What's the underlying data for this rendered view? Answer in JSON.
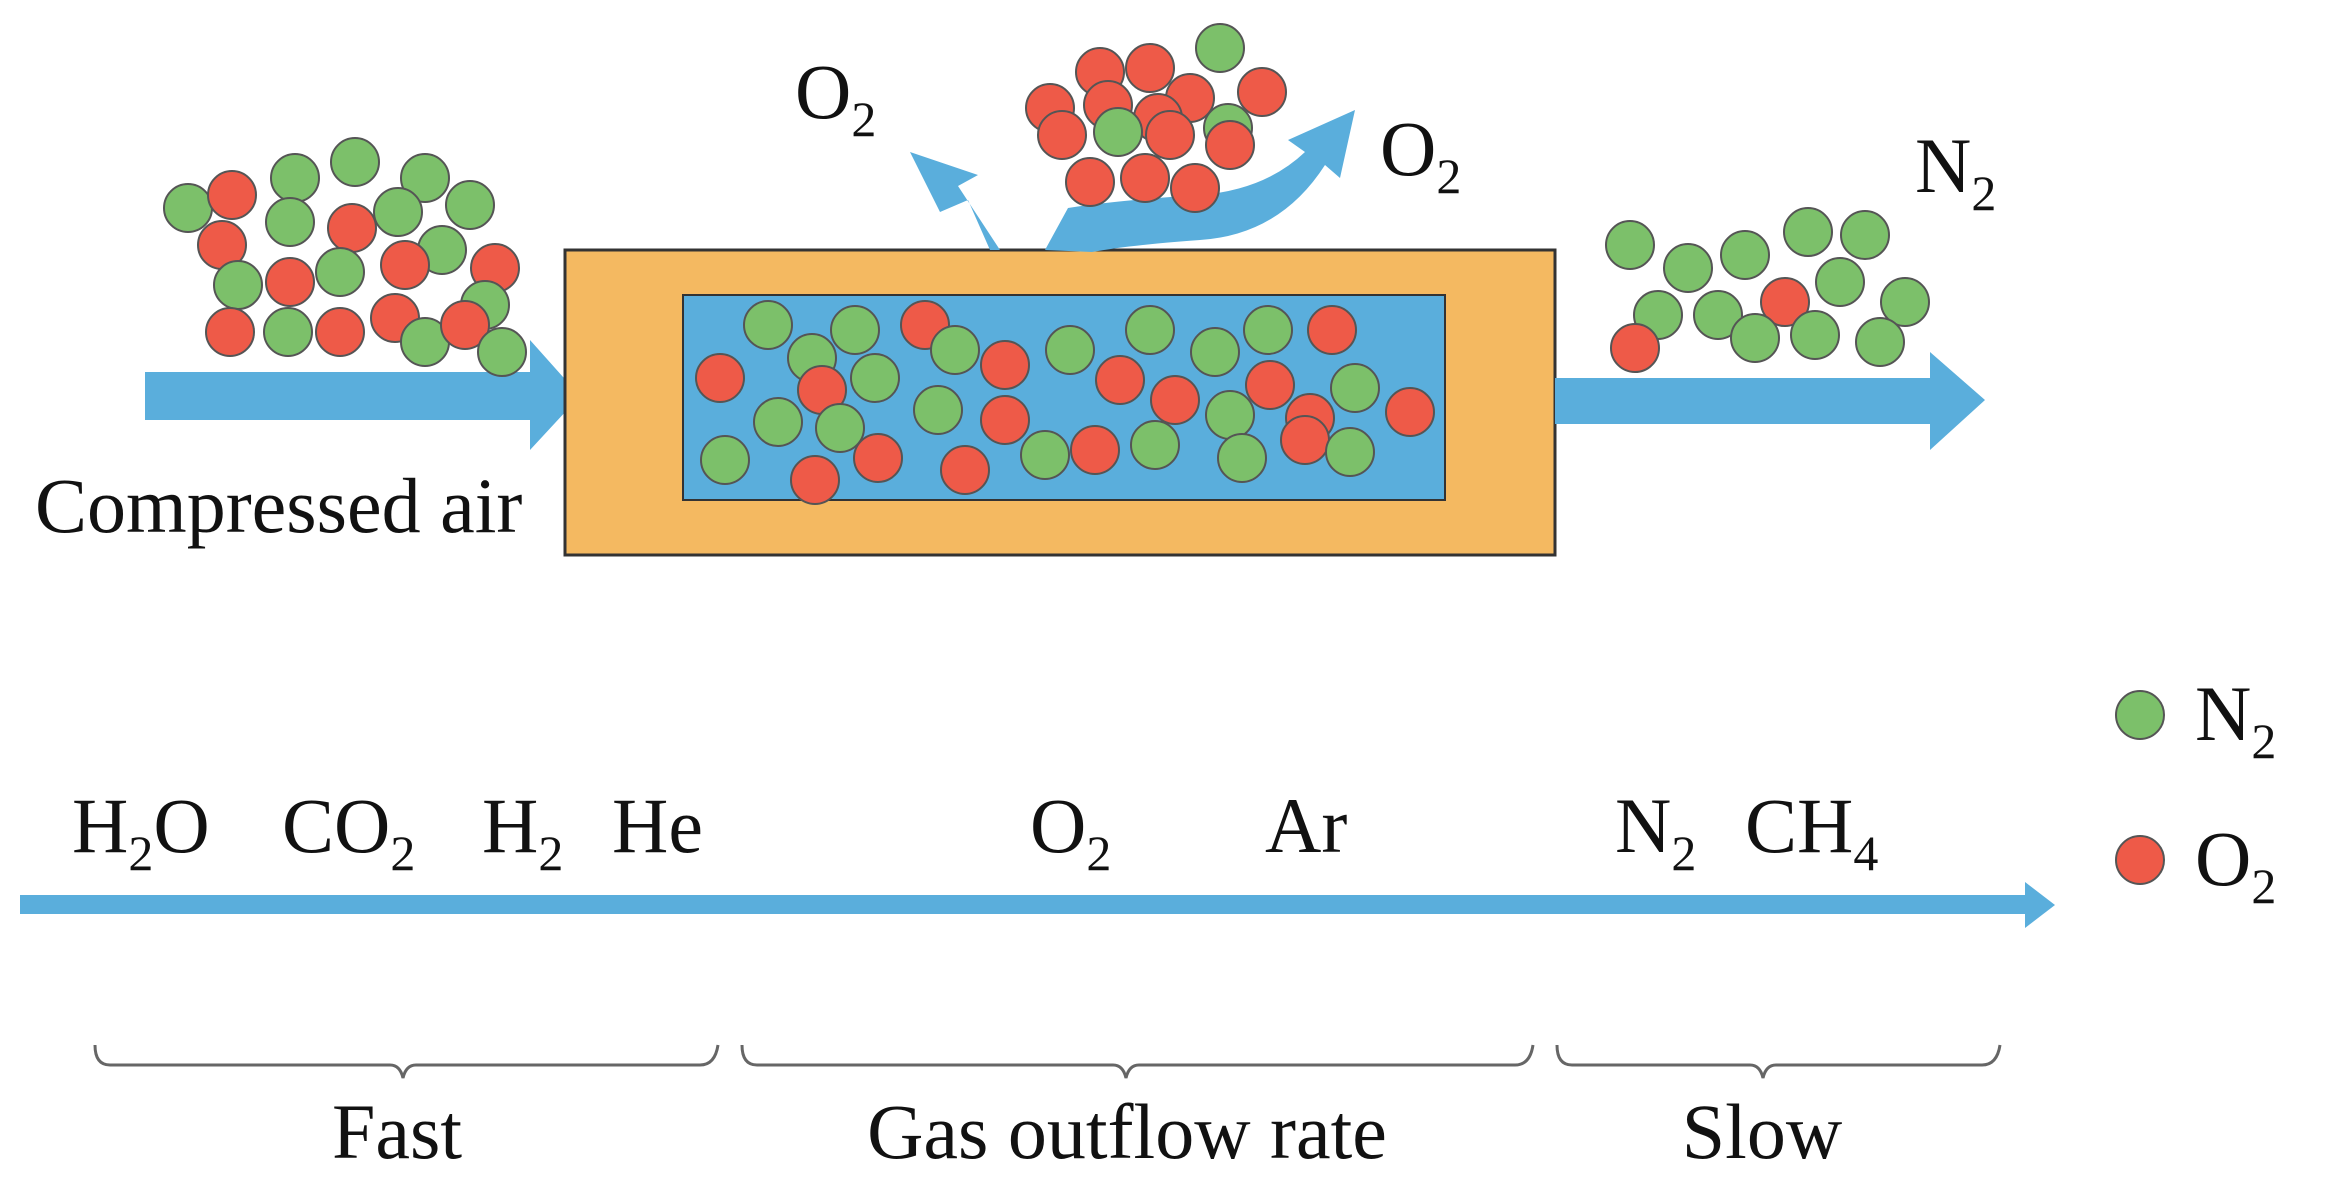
{
  "colors": {
    "n2": "#7cc06a",
    "o2": "#ee5a48",
    "arrow": "#5aaedc",
    "membrane_frame": "#f4b961",
    "membrane_core": "#5aaedc",
    "bracket": "#666666"
  },
  "diagram": {
    "inlet_label": "Compressed air",
    "permeate_left": {
      "base": "O",
      "sub": "2"
    },
    "permeate_right": {
      "base": "O",
      "sub": "2"
    },
    "outlet": {
      "base": "N",
      "sub": "2"
    },
    "gases": [
      {
        "group": "fast",
        "parts": [
          {
            "base": "H",
            "sub": "2"
          },
          {
            "base": "O",
            "sub": ""
          }
        ]
      },
      {
        "group": "fast",
        "parts": [
          {
            "base": "CO",
            "sub": "2"
          }
        ]
      },
      {
        "group": "fast",
        "parts": [
          {
            "base": "H",
            "sub": "2"
          }
        ]
      },
      {
        "group": "fast",
        "parts": [
          {
            "base": "He",
            "sub": ""
          }
        ]
      },
      {
        "group": "middle",
        "parts": [
          {
            "base": "O",
            "sub": "2"
          }
        ]
      },
      {
        "group": "middle",
        "parts": [
          {
            "base": "Ar",
            "sub": ""
          }
        ]
      },
      {
        "group": "slow",
        "parts": [
          {
            "base": "N",
            "sub": "2"
          }
        ]
      },
      {
        "group": "slow",
        "parts": [
          {
            "base": "CH",
            "sub": "4"
          }
        ]
      }
    ],
    "scale": {
      "fast": "Fast",
      "middle": "Gas outflow rate",
      "slow": "Slow"
    }
  },
  "legend": [
    {
      "key": "n2",
      "base": "N",
      "sub": "2"
    },
    {
      "key": "o2",
      "base": "O",
      "sub": "2"
    }
  ]
}
